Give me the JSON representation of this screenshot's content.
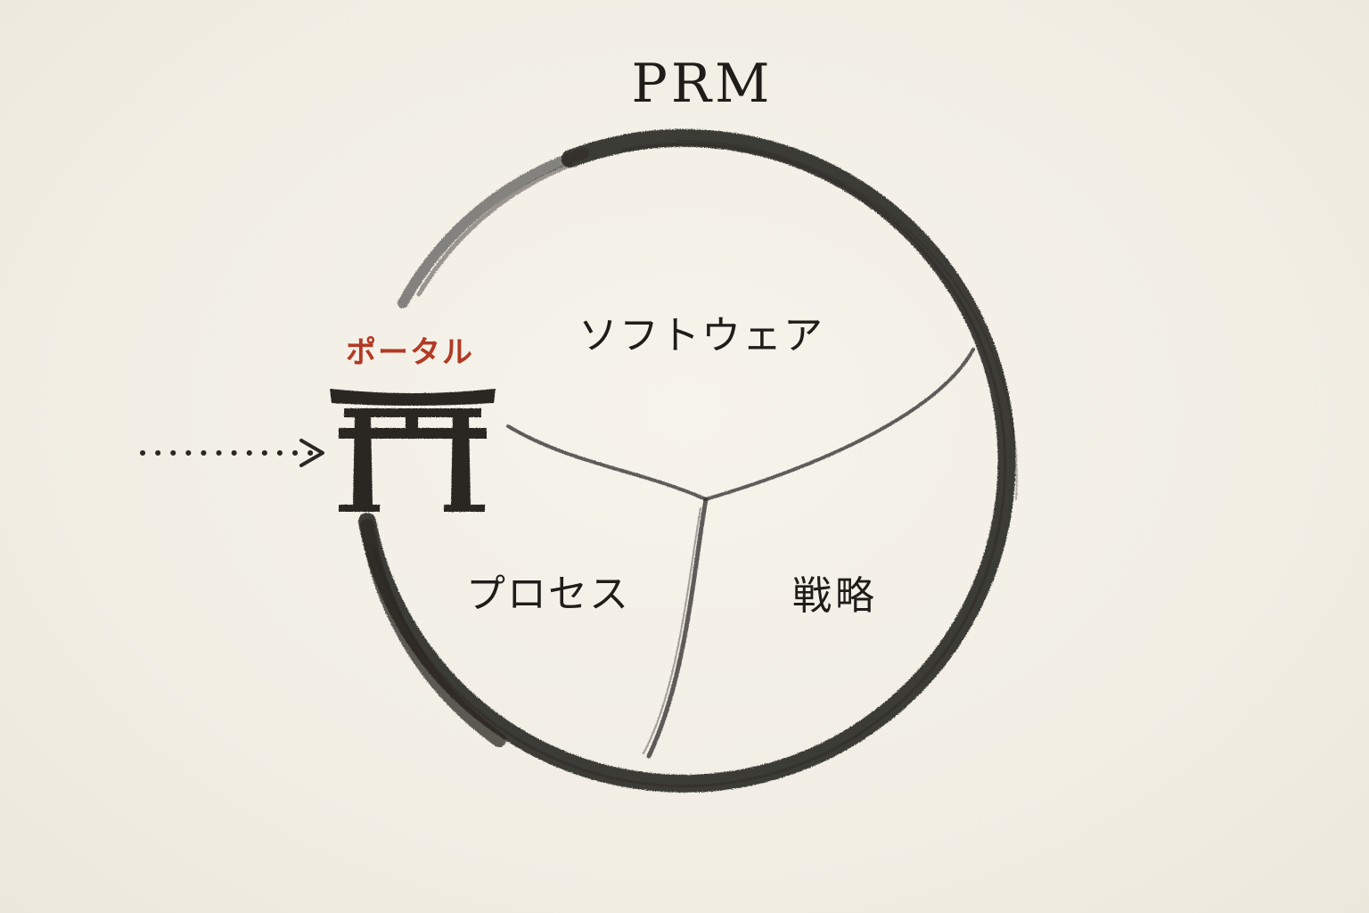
{
  "title": "PRM",
  "portal": {
    "label": "ポータル"
  },
  "segments": {
    "software": "ソフトウェア",
    "process": "プロセス",
    "strategy": "戦略"
  },
  "icons": {
    "gate": "torii-gate-icon",
    "arrow": "dotted-arrow-icon"
  },
  "colors": {
    "ink": "#1f1c19",
    "accent": "#b23a24",
    "paper": "#f3efe6"
  }
}
